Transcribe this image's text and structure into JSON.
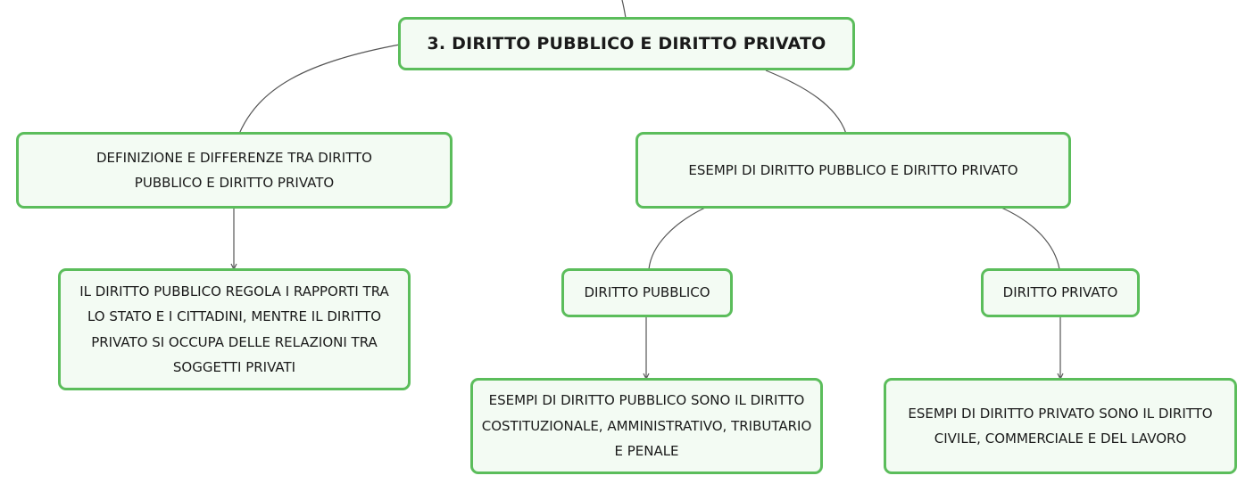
{
  "nodes": {
    "root": "3. DIRITTO PUBBLICO E DIRITTO PRIVATO",
    "definizione": "DEFINIZIONE E DIFFERENZE TRA DIRITTO PUBBLICO E DIRITTO PRIVATO",
    "esempi": "ESEMPI DI DIRITTO PUBBLICO E DIRITTO PRIVATO",
    "regola": "IL DIRITTO PUBBLICO REGOLA I RAPPORTI TRA LO STATO E I CITTADINI, MENTRE IL DIRITTO PRIVATO SI OCCUPA DELLE RELAZIONI TRA SOGGETTI PRIVATI",
    "pubblico": "DIRITTO PUBBLICO",
    "privato": "DIRITTO PRIVATO",
    "esempi_pubblico": "ESEMPI DI DIRITTO PUBBLICO SONO IL DIRITTO COSTITUZIONALE, AMMINISTRATIVO, TRIBUTARIO E PENALE",
    "esempi_privato": "ESEMPI DI DIRITTO PRIVATO SONO IL DIRITTO CIVILE, COMMERCIALE E DEL LAVORO"
  },
  "colors": {
    "node_border": "#5bbd5b",
    "node_fill": "#f3fbf3",
    "connector": "#555555"
  }
}
